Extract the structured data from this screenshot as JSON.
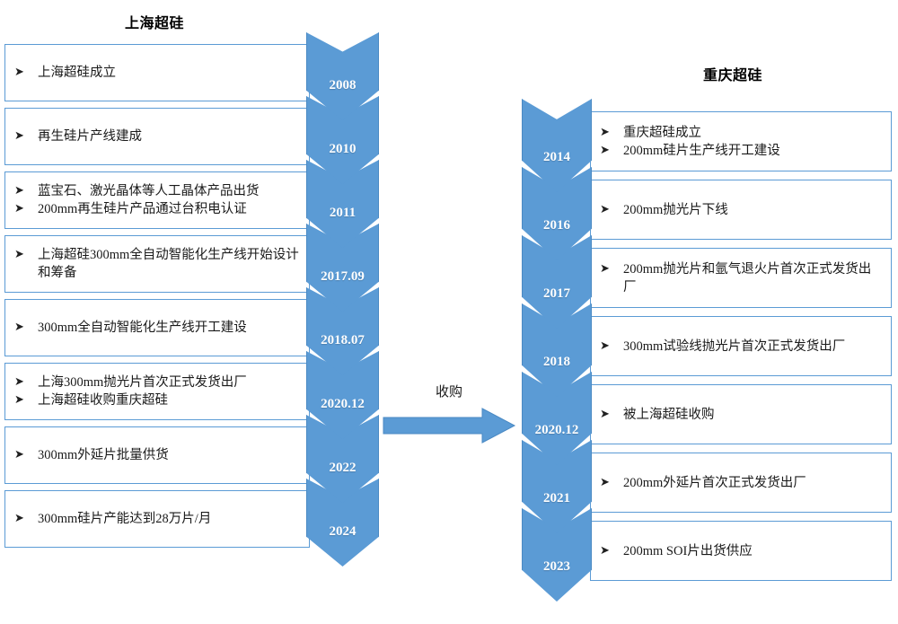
{
  "diagram": {
    "type": "dual-timeline",
    "accent_color": "#5b9bd5",
    "border_color": "#5b9bd5",
    "background": "#ffffff",
    "label_text_color": "#ffffff",
    "bullet_glyph": "➤"
  },
  "left_column": {
    "title": "上海超硅",
    "events": [
      {
        "year": "2008",
        "lines": [
          "上海超硅成立"
        ]
      },
      {
        "year": "2010",
        "lines": [
          "再生硅片产线建成"
        ]
      },
      {
        "year": "2011",
        "lines": [
          "蓝宝石、激光晶体等人工晶体产品出货",
          "200mm再生硅片产品通过台积电认证"
        ]
      },
      {
        "year": "2017.09",
        "lines": [
          "上海超硅300mm全自动智能化生产线开始设计和筹备"
        ]
      },
      {
        "year": "2018.07",
        "lines": [
          "300mm全自动智能化生产线开工建设"
        ]
      },
      {
        "year": "2020.12",
        "lines": [
          "上海300mm抛光片首次正式发货出厂",
          "上海超硅收购重庆超硅"
        ]
      },
      {
        "year": "2022",
        "lines": [
          "300mm外延片批量供货"
        ]
      },
      {
        "year": "2024",
        "lines": [
          "300mm硅片产能达到28万片/月"
        ]
      }
    ]
  },
  "right_column": {
    "title": "重庆超硅",
    "events": [
      {
        "year": "2014",
        "lines": [
          "重庆超硅成立",
          "200mm硅片生产线开工建设"
        ]
      },
      {
        "year": "2016",
        "lines": [
          "200mm抛光片下线"
        ]
      },
      {
        "year": "2017",
        "lines": [
          "200mm抛光片和氩气退火片首次正式发货出厂"
        ]
      },
      {
        "year": "2018",
        "lines": [
          "300mm试验线抛光片首次正式发货出厂"
        ]
      },
      {
        "year": "2020.12",
        "lines": [
          "被上海超硅收购"
        ]
      },
      {
        "year": "2021",
        "lines": [
          "200mm外延片首次正式发货出厂"
        ]
      },
      {
        "year": "2023",
        "lines": [
          "200mm SOI片出货供应"
        ]
      }
    ]
  },
  "connector": {
    "label": "收购",
    "direction": "left-to-right",
    "color": "#5b9bd5"
  }
}
